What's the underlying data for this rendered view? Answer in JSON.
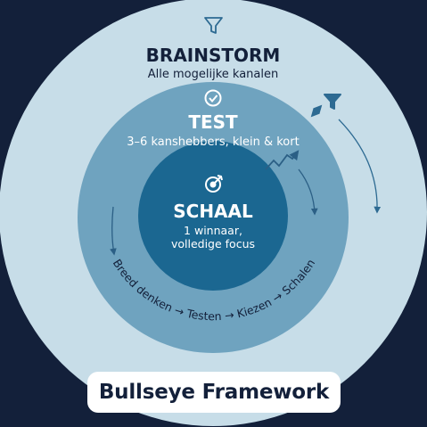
{
  "rings": {
    "outer": {
      "title": "BRAINSTORM",
      "subtitle": "Alle mogelijke kanalen",
      "icon": "funnel-icon"
    },
    "middle": {
      "title": "TEST",
      "subtitle": "3–6 kanshebbers, klein & kort",
      "icon": "checkmark-circle-icon"
    },
    "inner": {
      "title": "SCHAAL",
      "subtitle_line1": "1 winnaar,",
      "subtitle_line2": "volledige focus",
      "icon": "target-arrow-icon"
    }
  },
  "process_text": "Breed denken → Testen → Kiezen → Schalen",
  "footer_title": "Bullseye Framework",
  "colors": {
    "background": "#13203a",
    "outer_ring": "#c7dde8",
    "middle_ring": "#6fa3bf",
    "inner_circle": "#1b6791",
    "outer_text": "#13203a",
    "middle_text": "#ffffff",
    "inner_text": "#ffffff"
  }
}
